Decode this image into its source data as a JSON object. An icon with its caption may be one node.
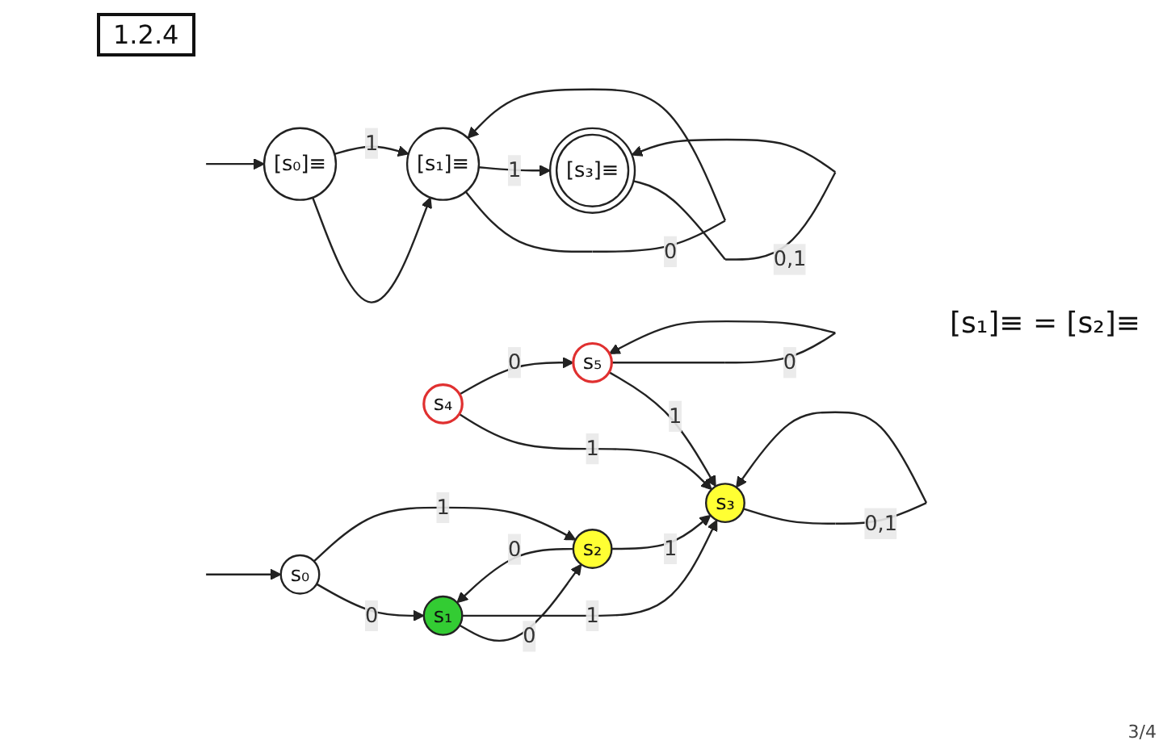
{
  "diagram": {
    "nodes": [
      {
        "text": [
          "s₀"
        ]
      },
      {
        "text": [
          "s₁"
        ]
      },
      {
        "text": [
          "s₂"
        ]
      },
      {
        "text": [
          "s₃"
        ]
      },
      {
        "text": [
          "s₄"
        ]
      },
      {
        "text": [
          "s₅"
        ]
      },
      {
        "text": [
          "[s₀]≡"
        ]
      },
      {
        "text": [
          "[s₁]≡"
        ]
      },
      {
        "text": [
          "[s₃]≡"
        ]
      }
    ],
    "edges": [
      {
        "from": null,
        "to": 0,
        "arrow": "to"
      },
      {
        "from": 0,
        "to": 1,
        "arrow": "to",
        "label": "0"
      },
      {
        "from": 0,
        "to": 2,
        "arrow": "to",
        "label": "1"
      },
      {
        "from": 1,
        "to": 2,
        "arrow": "to",
        "label": "0"
      },
      {
        "from": 2,
        "to": 1,
        "arrow": "to",
        "label": "0"
      },
      {
        "from": 1,
        "to": 3,
        "arrow": "to",
        "label": "1"
      },
      {
        "from": 2,
        "to": 3,
        "arrow": "to",
        "label": "1"
      },
      {
        "from": 3,
        "to": 3,
        "arrow": "to",
        "label": "0,1"
      },
      {
        "from": 4,
        "to": 3,
        "arrow": "to",
        "label": "1"
      },
      {
        "from": 4,
        "to": 5,
        "arrow": "to",
        "label": "0"
      },
      {
        "from": 5,
        "to": 3,
        "arrow": "to",
        "label": "1"
      },
      {
        "from": 5,
        "to": 5,
        "arrow": "to",
        "label": "0"
      },
      {
        "from": null,
        "to": 6,
        "arrow": "to"
      },
      {
        "from": 6,
        "to": 7,
        "arrow": "to"
      },
      {
        "from": 6,
        "to": 7,
        "arrow": "to",
        "label": "1"
      },
      {
        "from": 7,
        "to": 7,
        "arrow": "to",
        "label": "0"
      },
      {
        "from": 7,
        "to": 8,
        "arrow": "to",
        "label": "1"
      },
      {
        "from": 8,
        "to": 8,
        "arrow": "to",
        "label": "0,1"
      }
    ],
    "labels": [
      "1.2.4",
      "[s₁]≡ = [s₂]≡",
      "3/4"
    ]
  }
}
